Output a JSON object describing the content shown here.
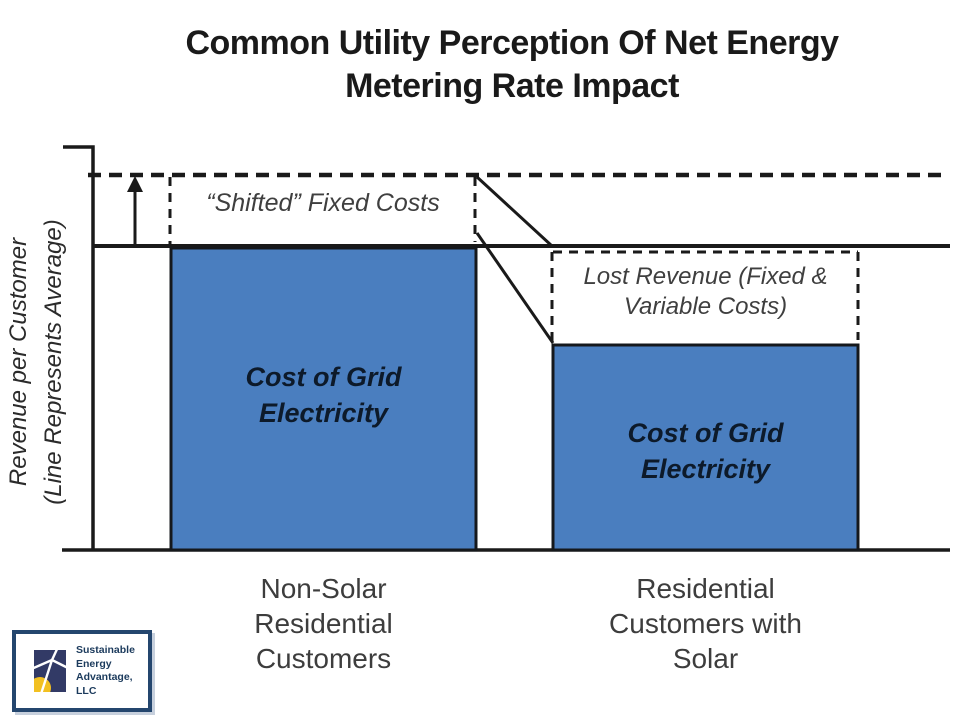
{
  "title": {
    "text": "Common Utility Perception Of Net Energy\nMetering Rate Impact"
  },
  "y_axis": {
    "label": "Revenue per Customer\n(Line Represents Average)"
  },
  "annotations": {
    "shifted": "“Shifted” Fixed Costs",
    "lost": "Lost Revenue (Fixed &\nVariable Costs)"
  },
  "bars": [
    {
      "label": "Cost of Grid\nElectricity",
      "category": "Non-Solar\nResidential\nCustomers"
    },
    {
      "label": "Cost of Grid\nElectricity",
      "category": "Residential\nCustomers with\nSolar"
    }
  ],
  "logo": {
    "name": "Sustainable\nEnergy\nAdvantage, LLC"
  },
  "colors": {
    "bar_fill": "#4a7ebf",
    "bar_border": "#15181c",
    "line_black": "#1a1a1a",
    "annotation_gray": "#3f3f3f",
    "bar_label_navy": "#0d1a2a",
    "logo_navy": "#1b3a5c",
    "logo_square_navy": "#323a66",
    "logo_yellow": "#f2c021"
  },
  "chart_data": {
    "type": "bar",
    "title": "Common Utility Perception Of Net Energy Metering Rate Impact",
    "ylabel": "Revenue per Customer (Line Represents Average)",
    "xlabel": "",
    "categories": [
      "Non-Solar Residential Customers",
      "Residential Customers with Solar"
    ],
    "series": [
      {
        "name": "Cost of Grid Electricity",
        "values": [
          1.0,
          0.68
        ]
      }
    ],
    "reference_lines": [
      {
        "label": "Average revenue per customer (solid line)",
        "style": "solid",
        "value": 1.0
      },
      {
        "label": "Dashed line including “Shifted” Fixed Costs",
        "style": "dashed",
        "value": 1.24
      }
    ],
    "annotations": [
      {
        "text": "“Shifted” Fixed Costs",
        "region": "between solid average line and dashed line above bar 1",
        "value": 0.24
      },
      {
        "text": "Lost Revenue (Fixed & Variable Costs)",
        "region": "between bar 2 top and average line",
        "value": 0.32
      }
    ],
    "units": "relative (average revenue per customer = 1.0)",
    "axis_numeric_labels": false,
    "grid": false,
    "legend": "none"
  }
}
